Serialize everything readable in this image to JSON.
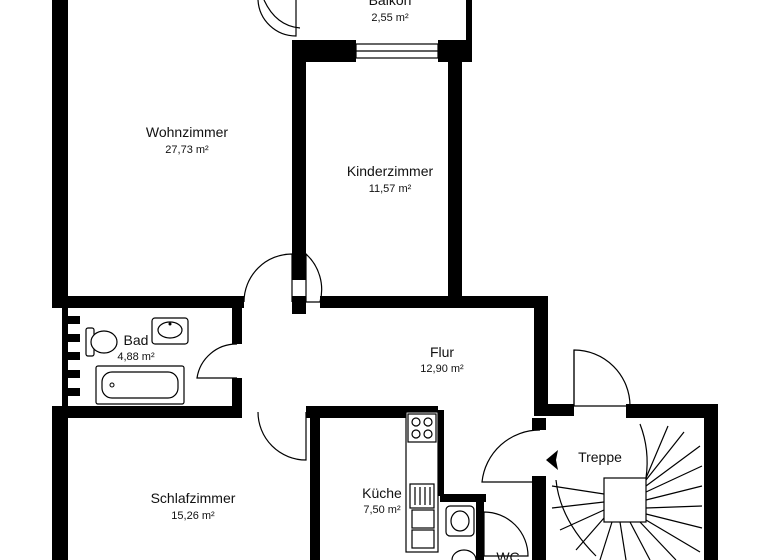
{
  "rooms": {
    "balkon": {
      "name": "Balkon",
      "area": "2,55 m²"
    },
    "wohnzimmer": {
      "name": "Wohnzimmer",
      "area": "27,73 m²"
    },
    "kinderzimmer": {
      "name": "Kinderzimmer",
      "area": "11,57 m²"
    },
    "bad": {
      "name": "Bad",
      "area": "4,88 m²"
    },
    "flur": {
      "name": "Flur",
      "area": "12,90 m²"
    },
    "treppe": {
      "name": "Treppe"
    },
    "schlafzimmer": {
      "name": "Schlafzimmer",
      "area": "15,26 m²"
    },
    "kueche": {
      "name": "Küche",
      "area": "7,50 m²"
    },
    "wc": {
      "name": "WC"
    }
  },
  "colors": {
    "wall": "#000000",
    "background": "#ffffff"
  }
}
